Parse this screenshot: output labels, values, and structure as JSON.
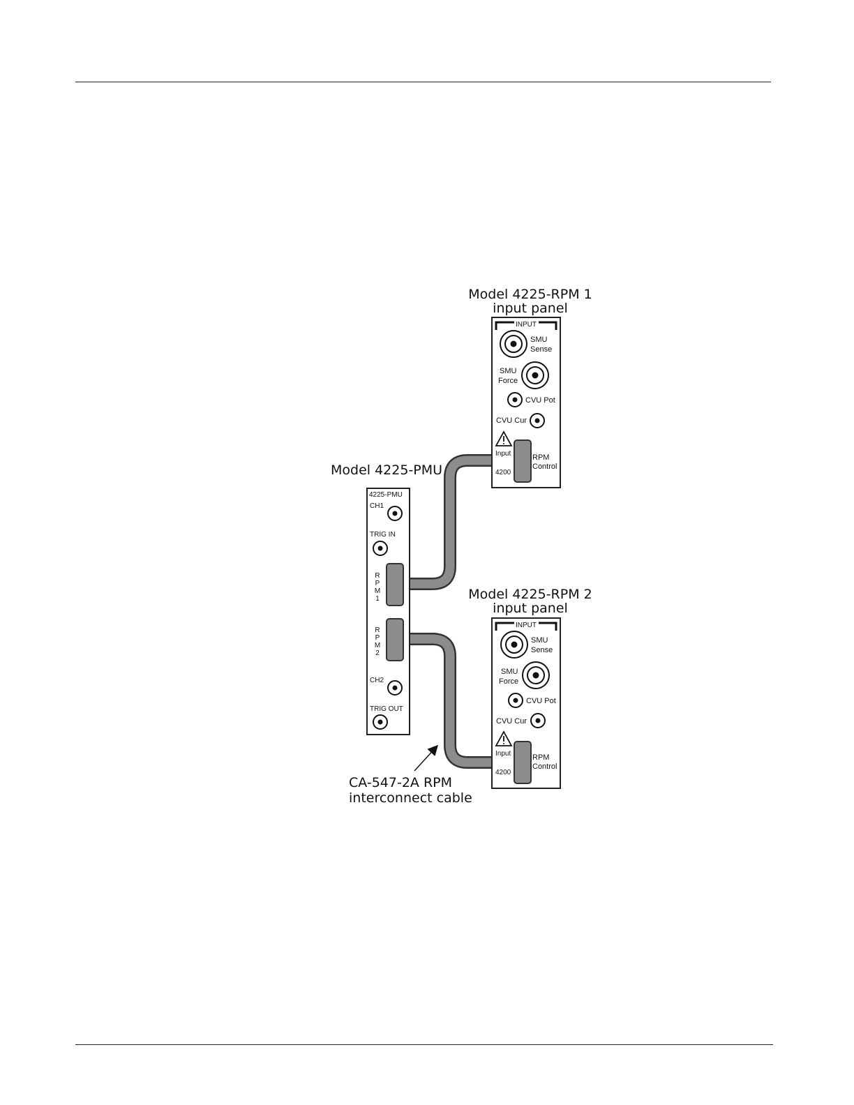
{
  "titles": {
    "rpm1": [
      "Model 4225-RPM 1",
      "input panel"
    ],
    "rpm2": [
      "Model 4225-RPM 2",
      "input panel"
    ],
    "pmu": "Model 4225-PMU",
    "cable": [
      "CA-547-2A RPM",
      "interconnect cable"
    ]
  },
  "rpm_panel": {
    "header": "INPUT",
    "smu_sense": [
      "SMU",
      "Sense"
    ],
    "smu_force": [
      "SMU",
      "Force"
    ],
    "cvu_pot": "CVU Pot",
    "cvu_cur": "CVU Cur",
    "input": "Input",
    "model": "4200",
    "rpm_control": [
      "RPM",
      "Control"
    ],
    "warning_icon": "warning-triangle-icon"
  },
  "pmu_panel": {
    "name": "4225-PMU",
    "ch1": "CH1",
    "trig_in": "TRIG IN",
    "rpm1_letters": [
      "R",
      "P",
      "M",
      "1"
    ],
    "rpm2_letters": [
      "R",
      "P",
      "M",
      "2"
    ],
    "ch2": "CH2",
    "trig_out": "TRIG OUT"
  },
  "colors": {
    "cable": "#8c8c8c",
    "outline": "#222222"
  }
}
